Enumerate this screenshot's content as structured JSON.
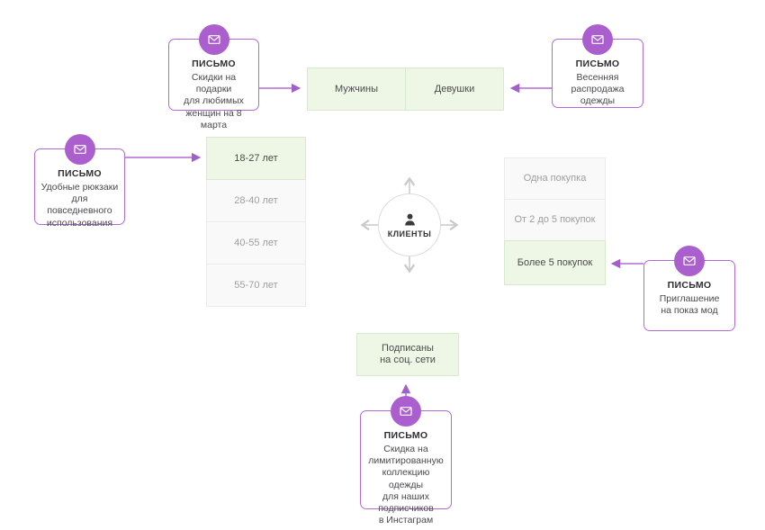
{
  "center": {
    "label": "КЛИЕНТЫ",
    "icon": "person-icon"
  },
  "segments": {
    "gender": {
      "items": [
        {
          "label": "Мужчины",
          "highlighted": true
        },
        {
          "label": "Девушки",
          "highlighted": true
        }
      ]
    },
    "age": {
      "items": [
        {
          "label": "18-27 лет",
          "highlighted": true
        },
        {
          "label": "28-40 лет",
          "highlighted": false
        },
        {
          "label": "40-55 лет",
          "highlighted": false
        },
        {
          "label": "55-70 лет",
          "highlighted": false
        }
      ]
    },
    "purchases": {
      "items": [
        {
          "label": "Одна покупка",
          "highlighted": false
        },
        {
          "label": "От 2 до 5 покупок",
          "highlighted": false
        },
        {
          "label": "Более 5 покупок",
          "highlighted": true
        }
      ]
    },
    "social": {
      "lines": [
        "Подписаны",
        "на соц. сети"
      ],
      "highlighted": true
    }
  },
  "callouts": {
    "march8": {
      "title": "ПИСЬМО",
      "icon": "envelope-icon",
      "lines": [
        "Скидки на подарки",
        "для любимых",
        "женщин на 8 марта"
      ]
    },
    "spring_sale": {
      "title": "ПИСЬМО",
      "icon": "envelope-icon",
      "lines": [
        "Весенняя",
        "распродажа",
        "одежды"
      ]
    },
    "backpacks": {
      "title": "ПИСЬМО",
      "icon": "envelope-icon",
      "lines": [
        "Удобные рюкзаки",
        "для повседневного",
        "использования"
      ]
    },
    "fashion_show": {
      "title": "ПИСЬМО",
      "icon": "envelope-icon",
      "lines": [
        "Приглашение",
        "на показ мод"
      ]
    },
    "instagram": {
      "title": "ПИСЬМО",
      "icon": "envelope-icon",
      "lines": [
        "Скидка на",
        "лимитированную",
        "коллекцию одежды",
        "для наших",
        "подписчиков",
        "в Инстаграм"
      ]
    }
  },
  "colors": {
    "accent_purple": "#ab5fce",
    "line_purple": "#b16bd5",
    "arrowhead_purple": "#a35fc9",
    "highlight_green_bg": "#eef7e6",
    "highlight_green_border": "#d9e9cb",
    "muted_bg": "#f9f9f9",
    "muted_border": "#ececec",
    "hub_border_gray": "#dcdcdc",
    "hub_arrow_gray": "#c9c9c9",
    "dark_text": "#333333",
    "muted_text": "#9e9e9e"
  }
}
